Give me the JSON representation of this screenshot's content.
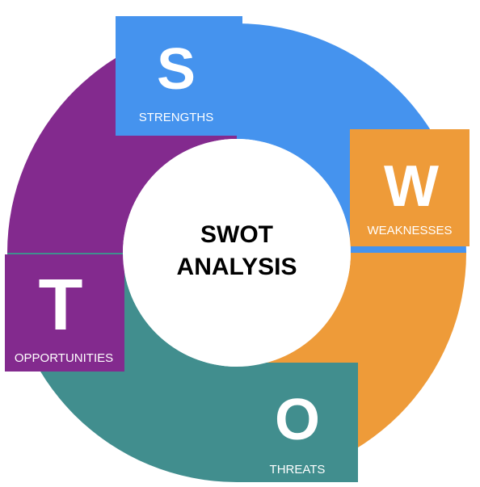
{
  "center": {
    "line1": "SWOT",
    "line2": "ANALYSIS"
  },
  "segments": {
    "strengths": {
      "letter": "S",
      "label": "STRENGTHS",
      "color": "#4593EE"
    },
    "weaknesses": {
      "letter": "W",
      "label": "WEAKNESSES",
      "color": "#EE9B39"
    },
    "threats": {
      "letter": "O",
      "label": "THREATS",
      "color": "#418E8E"
    },
    "opportunities": {
      "letter": "T",
      "label": "OPPORTUNITIES",
      "color": "#832A8E"
    }
  }
}
